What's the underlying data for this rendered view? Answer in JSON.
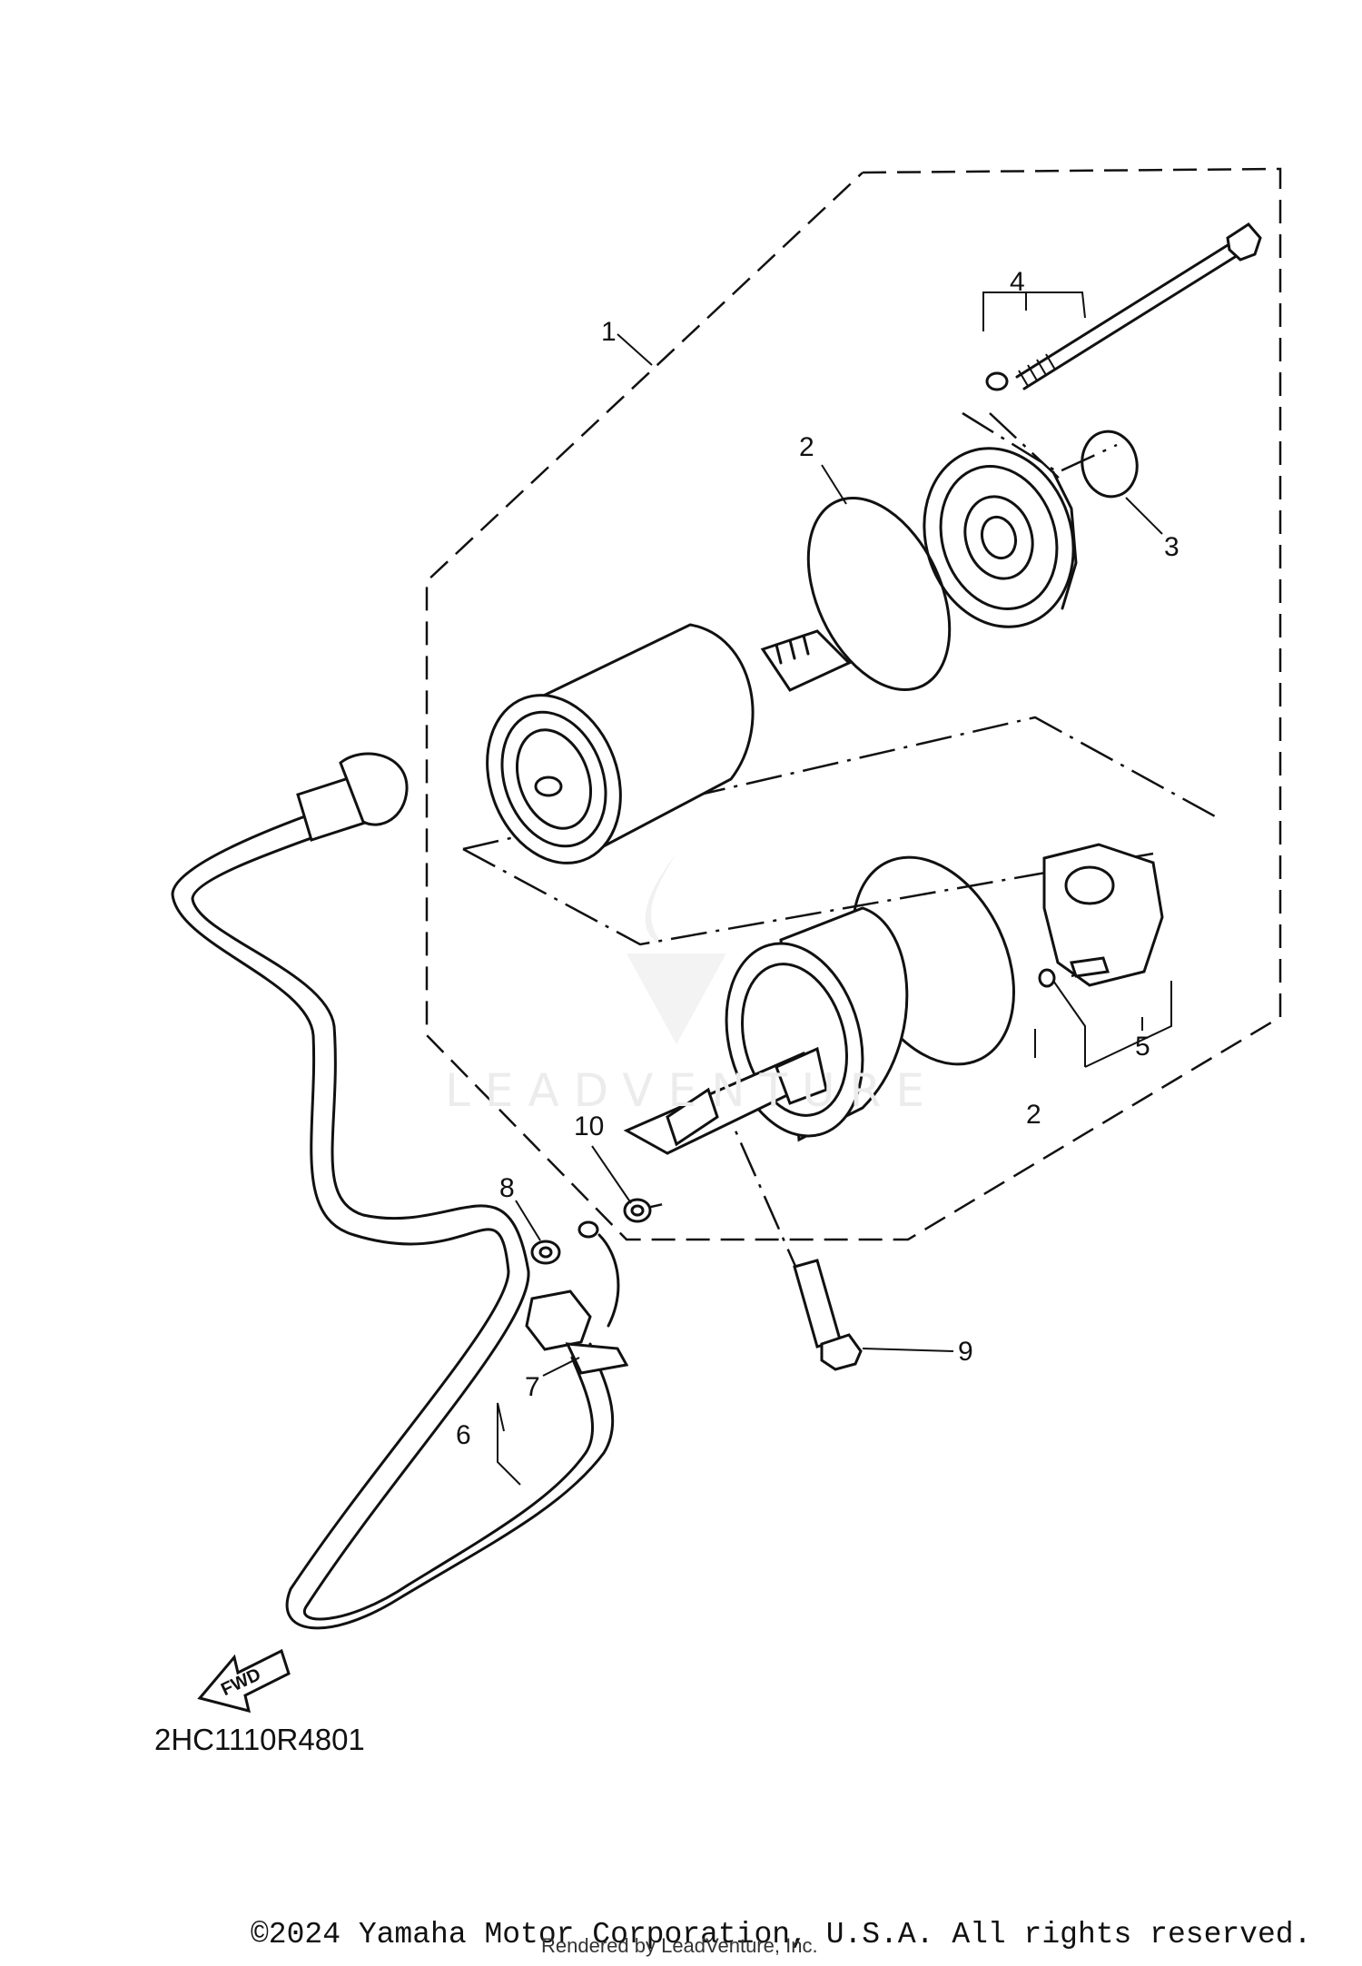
{
  "callouts": [
    "1",
    "2",
    "3",
    "4",
    "2",
    "5",
    "10",
    "8",
    "9",
    "7",
    "6"
  ],
  "fwd_label": "FWD",
  "diagram_code": "2HC1110R4801",
  "watermark": "LEADVENTURE",
  "copyright": "©2024 Yamaha Motor Corporation, U.S.A. All rights reserved.",
  "rendered_by": "Rendered by LeadVenture, Inc."
}
